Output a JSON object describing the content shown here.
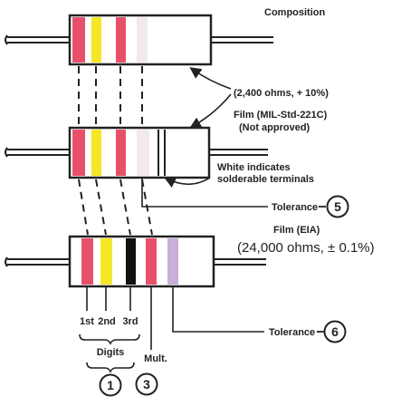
{
  "labels": {
    "composition": "Composition",
    "comp_value": "(2,400 ohms, + 10%)",
    "film_mil_line1": "Film (MIL-Std-221C)",
    "film_mil_line2": "(Not approved)",
    "white_note_line1": "White indicates",
    "white_note_line2": "solderable terminals",
    "tolerance_1": "Tolerance",
    "tolerance_1_num": "5",
    "film_eia": "Film (EIA)",
    "eia_value": "(24,000 ohms, ± 0.1%)",
    "digit_1st": "1st",
    "digit_2nd": "2nd",
    "digit_3rd": "3rd",
    "digits": "Digits",
    "mult": "Mult.",
    "tolerance_2": "Tolerance",
    "tolerance_2_num": "6",
    "digits_num": "1",
    "mult_num": "3"
  },
  "colors": {
    "ink": "#222222",
    "red_band": "#e8506a",
    "yellow_band": "#f6e628",
    "pale_band": "#f1e9ea",
    "black_band": "#111111",
    "violet_band": "#c9aed8",
    "body_fill": "#ffffff"
  }
}
